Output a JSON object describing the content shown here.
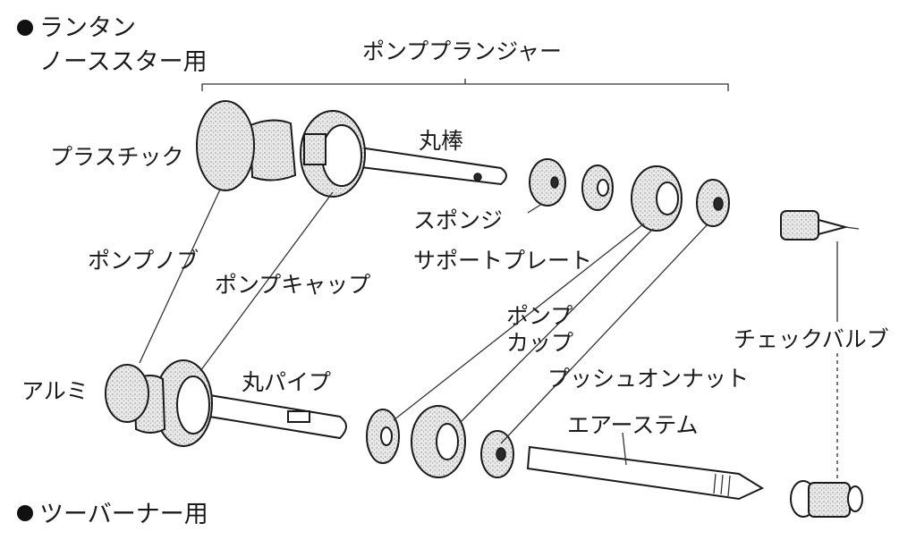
{
  "colors": {
    "ink": "#1a1a1a",
    "background": "#ffffff",
    "shade": "#cfcfcf"
  },
  "headings": {
    "lantern_line1": "ランタン",
    "lantern_line2": "ノーススター用",
    "twoburner": "ツーバーナー用"
  },
  "bracket_label": "ポンププランジャー",
  "labels": {
    "plastic": "プラスチック",
    "round_rod": "丸棒",
    "sponge": "スポンジ",
    "support_plate": "サポートプレート",
    "pump_knob": "ポンプノブ",
    "pump_cap": "ポンプキャップ",
    "pump_cup_line1": "ポンプ",
    "pump_cup_line2": "カップ",
    "check_valve": "チェックバルブ",
    "aluminum": "アルミ",
    "round_pipe": "丸パイプ",
    "push_on_nut": "プッシュオンナット",
    "air_stem": "エアーステム"
  },
  "icons": {
    "bullet": "filled-circle-bullet-icon"
  }
}
